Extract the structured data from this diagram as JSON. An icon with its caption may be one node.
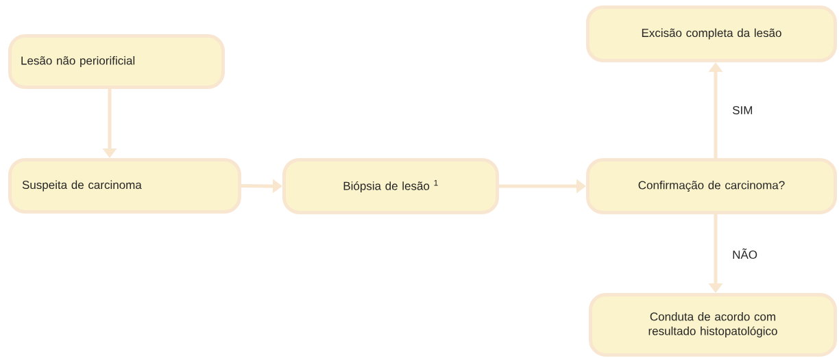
{
  "diagram": {
    "nodes": [
      {
        "text": [
          "Lesão não periorificial"
        ]
      },
      {
        "text": [
          "Suspeita de carcinoma"
        ]
      },
      {
        "text": [
          "Biópsia de lesão $^{1}$"
        ]
      },
      {
        "text": [
          "Confirmação de carcinoma?"
        ]
      },
      {
        "text": [
          "Excisão completa da lesão"
        ]
      },
      {
        "text": [
          "Conduta de acordo com resultado histopatológico"
        ]
      }
    ],
    "edges": [
      {
        "from": 0,
        "to": 1,
        "arrow": "to"
      },
      {
        "from": 1,
        "to": 2,
        "arrow": "to"
      },
      {
        "from": 2,
        "to": 3,
        "arrow": "to"
      },
      {
        "from": 3,
        "to": 4,
        "arrow": "to",
        "label": "SIM"
      },
      {
        "from": 3,
        "to": 5,
        "arrow": "to",
        "label": "NÃO"
      }
    ]
  }
}
